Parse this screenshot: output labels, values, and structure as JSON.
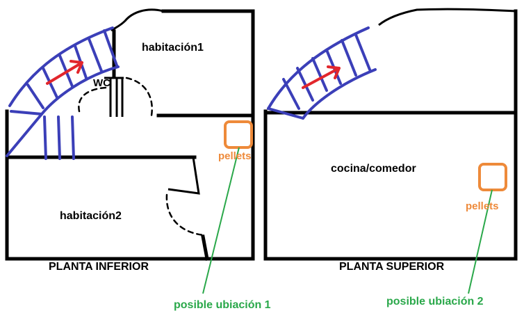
{
  "lower_floor": {
    "title": "PLANTA INFERIOR",
    "rooms": {
      "bedroom1": "habitación1",
      "wc": "WC",
      "bedroom2": "habitación2"
    },
    "pellets_label": "pellets",
    "location_label": "posible ubiación 1"
  },
  "upper_floor": {
    "title": "PLANTA SUPERIOR",
    "rooms": {
      "kitchen": "cocina/comedor"
    },
    "pellets_label": "pellets",
    "location_label": "posible ubiación 2"
  },
  "colors": {
    "walls": "#000000",
    "stairs": "#3b3fb8",
    "direction_arrow": "#e2262c",
    "pellet_marker": "#ee8a3a",
    "location_leader": "#2aa84a"
  },
  "icons": [
    "staircase-icon",
    "arrow-icon",
    "pellet-stove-marker"
  ]
}
